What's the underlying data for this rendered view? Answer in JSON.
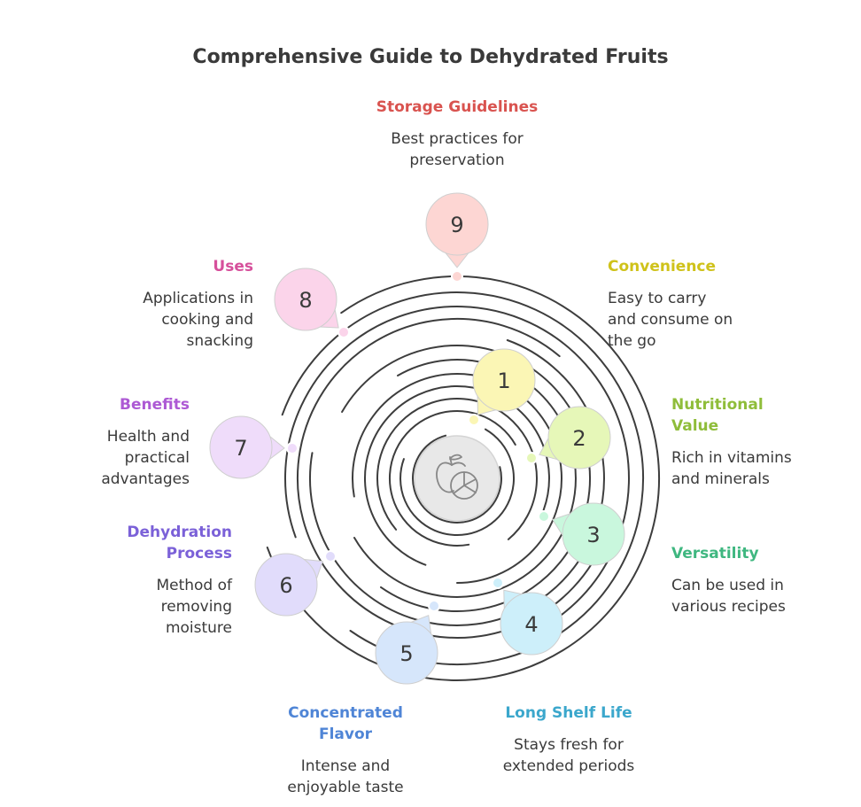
{
  "title": "Comprehensive Guide to Dehydrated Fruits",
  "center_icon": "fruit-icon",
  "items": [
    {
      "number": "1",
      "title": "Convenience",
      "description": [
        "Easy to carry",
        "and consume on",
        "the go"
      ],
      "color": "#cfc21a",
      "fill": "#fbf6b5"
    },
    {
      "number": "2",
      "title": "Nutritional",
      "title2": "Value",
      "description": [
        "Rich in vitamins",
        "and minerals"
      ],
      "color": "#8fbd3a",
      "fill": "#e6f7b8"
    },
    {
      "number": "3",
      "title": "Versatility",
      "description": [
        "Can be used in",
        "various recipes"
      ],
      "color": "#3fb780",
      "fill": "#c9f7dd"
    },
    {
      "number": "4",
      "title": "Long Shelf Life",
      "description": [
        "Stays fresh for",
        "extended periods"
      ],
      "color": "#3ba7cc",
      "fill": "#cdeffa"
    },
    {
      "number": "5",
      "title": "Concentrated",
      "title2": "Flavor",
      "description": [
        "Intense and",
        "enjoyable taste"
      ],
      "color": "#4f85d6",
      "fill": "#d6e6fb"
    },
    {
      "number": "6",
      "title": "Dehydration",
      "title2": "Process",
      "description": [
        "Method of",
        "removing",
        "moisture"
      ],
      "color": "#7b61d8",
      "fill": "#e1dcfb"
    },
    {
      "number": "7",
      "title": "Benefits",
      "description": [
        "Health and",
        "practical",
        "advantages"
      ],
      "color": "#ad59d4",
      "fill": "#efdcfa"
    },
    {
      "number": "8",
      "title": "Uses",
      "description": [
        "Applications in",
        "cooking and",
        "snacking"
      ],
      "color": "#d6509b",
      "fill": "#fbd4ea"
    },
    {
      "number": "9",
      "title": "Storage Guidelines",
      "description": [
        "Best practices for",
        "preservation"
      ],
      "color": "#d9534f",
      "fill": "#fdd6d3"
    }
  ]
}
